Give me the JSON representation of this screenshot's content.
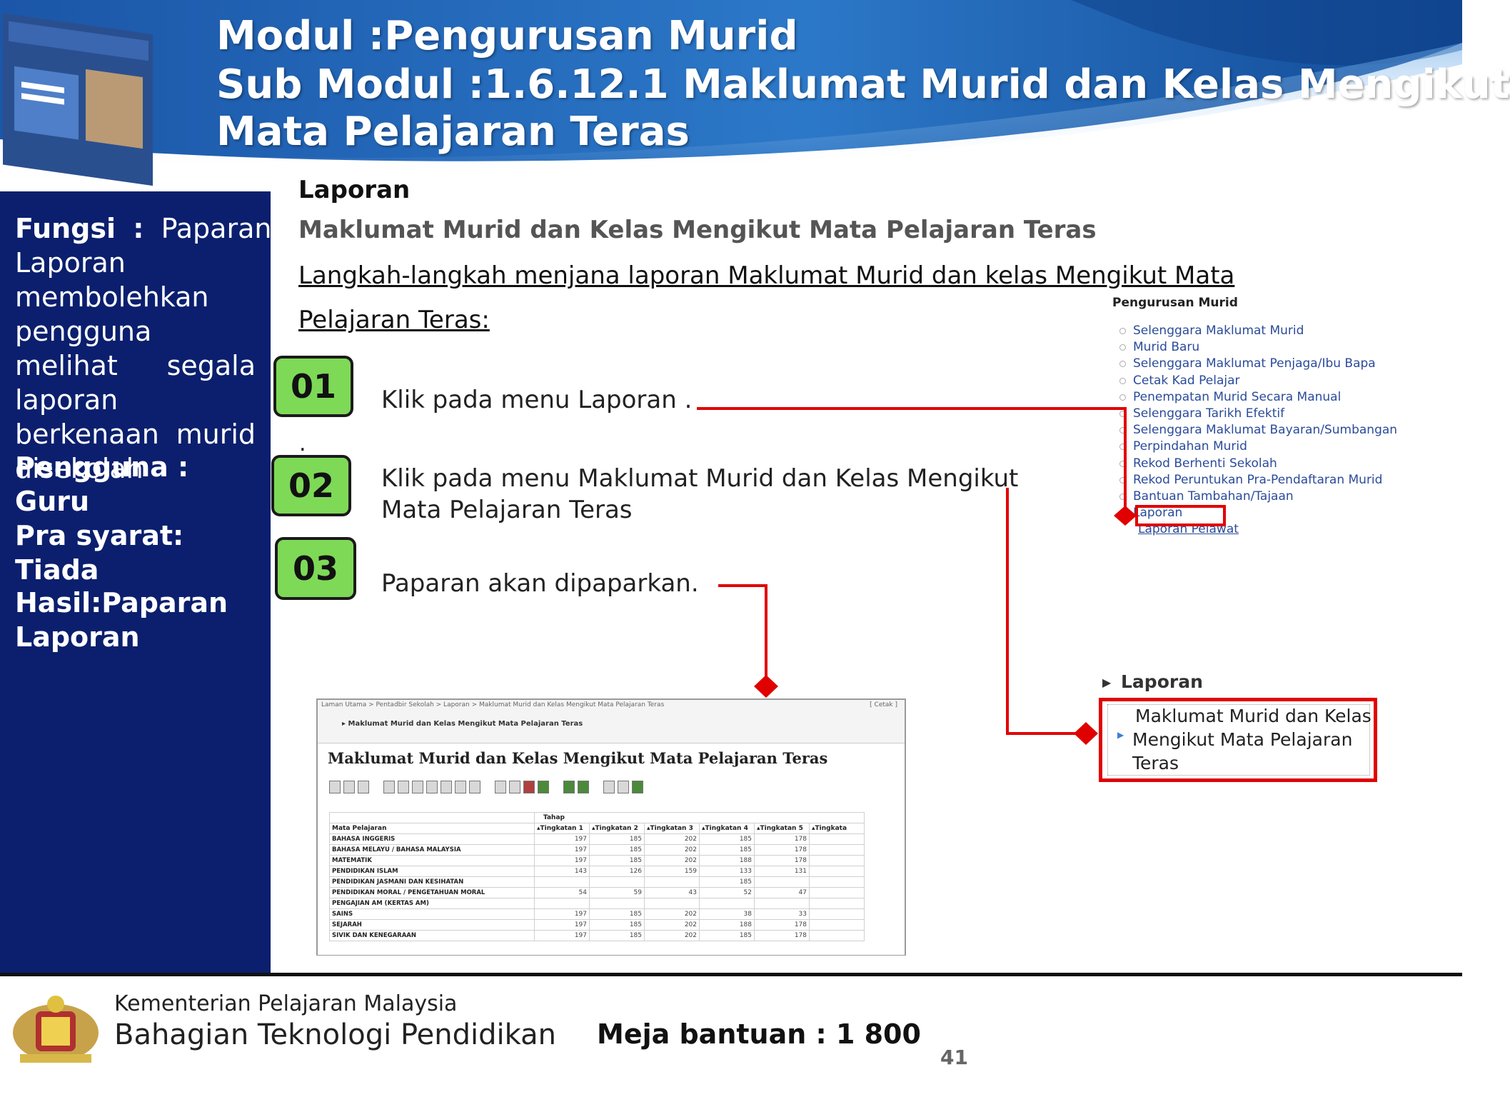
{
  "header": {
    "title_line1": "Modul  :Pengurusan Murid",
    "title_line2": "Sub Modul :1.6.12.1  Maklumat Murid dan Kelas Mengikut",
    "title_line3": "Mata Pelajaran Teras"
  },
  "left_panel": {
    "fungsi_label": "Fungsi",
    "fungsi_colon": ":",
    "fungsi_text": "Paparan Laporan membolehkan pengguna melihat segala laporan berkenaan murid disekolah",
    "pengguna": "Pengguna : Guru",
    "pra_syarat": "Pra syarat: Tiada",
    "hasil_line1": "Hasil:Paparan",
    "hasil_line2": "Laporan"
  },
  "content": {
    "section_title": "Laporan",
    "section_subtitle": "Maklumat Murid dan Kelas Mengikut Mata Pelajaran Teras",
    "steps_heading_line1": "Langkah-langkah menjana laporan Maklumat Murid dan kelas Mengikut Mata",
    "steps_heading_line2": "Pelajaran Teras:",
    "steps": [
      {
        "number": "01",
        "text_line1": "Klik pada menu Laporan .",
        "text_line2": ""
      },
      {
        "number": "02",
        "text_line1": "Klik pada menu Maklumat Murid dan Kelas Mengikut",
        "text_line2": "Mata Pelajaran Teras"
      },
      {
        "number": "03",
        "text_line1": "Paparan akan dipaparkan.",
        "text_line2": ""
      }
    ],
    "step_dot": "."
  },
  "menu": {
    "title": "Pengurusan Murid",
    "items": [
      "Selenggara Maklumat Murid",
      "Murid Baru",
      "Selenggara Maklumat Penjaga/Ibu Bapa",
      "Cetak Kad Pelajar",
      "Penempatan Murid Secara Manual",
      "Selenggara Tarikh Efektif",
      "Selenggara Maklumat Bayaran/Sumbangan",
      "Perpindahan Murid",
      "Rekod Berhenti Sekolah",
      "Rekod Peruntukan Pra-Pendaftaran Murid",
      "Bantuan Tambahan/Tajaan",
      "Laporan",
      "Laporan Pelawat"
    ]
  },
  "submenu": {
    "title": "Laporan",
    "item_line1": "Maklumat Murid dan Kelas",
    "item_line2": "Mengikut Mata Pelajaran",
    "item_line3": "Teras"
  },
  "screenshot": {
    "breadcrumb": "Laman Utama > Pentadbir Sekolah > Laporan > Maklumat Murid dan Kelas Mengikut Mata Pelajaran Teras",
    "print_label": "[ Cetak ]",
    "tab_label": "Maklumat Murid dan Kelas Mengikut Mata Pelajaran Teras",
    "title": "Maklumat Murid dan Kelas Mengikut Mata Pelajaran Teras",
    "group_header": "Tahap",
    "subject_header": "Mata Pelajaran",
    "columns": [
      "Tingkatan 1",
      "Tingkatan 2",
      "Tingkatan 3",
      "Tingkatan 4",
      "Tingkatan 5",
      "Tingkata"
    ],
    "rows": [
      {
        "subject": "BAHASA INGGERIS",
        "values": [
          "197",
          "185",
          "202",
          "185",
          "178",
          ""
        ]
      },
      {
        "subject": "BAHASA MELAYU / BAHASA MALAYSIA",
        "values": [
          "197",
          "185",
          "202",
          "185",
          "178",
          ""
        ]
      },
      {
        "subject": "MATEMATIK",
        "values": [
          "197",
          "185",
          "202",
          "188",
          "178",
          ""
        ]
      },
      {
        "subject": "PENDIDIKAN ISLAM",
        "values": [
          "143",
          "126",
          "159",
          "133",
          "131",
          ""
        ]
      },
      {
        "subject": "PENDIDIKAN JASMANI DAN KESIHATAN",
        "values": [
          "",
          "",
          "",
          "185",
          "",
          ""
        ]
      },
      {
        "subject": "PENDIDIKAN MORAL / PENGETAHUAN MORAL",
        "values": [
          "54",
          "59",
          "43",
          "52",
          "47",
          ""
        ]
      },
      {
        "subject": "PENGAJIAN AM (KERTAS AM)",
        "values": [
          "",
          "",
          "",
          "",
          "",
          ""
        ]
      },
      {
        "subject": "SAINS",
        "values": [
          "197",
          "185",
          "202",
          "38",
          "33",
          ""
        ]
      },
      {
        "subject": "SEJARAH",
        "values": [
          "197",
          "185",
          "202",
          "188",
          "178",
          ""
        ]
      },
      {
        "subject": "SIVIK DAN KENEGARAAN",
        "values": [
          "197",
          "185",
          "202",
          "185",
          "178",
          ""
        ]
      }
    ]
  },
  "footer": {
    "ministry": "Kementerian Pelajaran Malaysia",
    "division": "Bahagian Teknologi Pendidikan",
    "helpdesk": "Meja bantuan : 1 800",
    "page_number": "41"
  },
  "colors": {
    "panel_blue": "#0b1f6e",
    "badge_green": "#7ed957",
    "highlight_red": "#e10000",
    "link_blue": "#2b4b9a"
  }
}
